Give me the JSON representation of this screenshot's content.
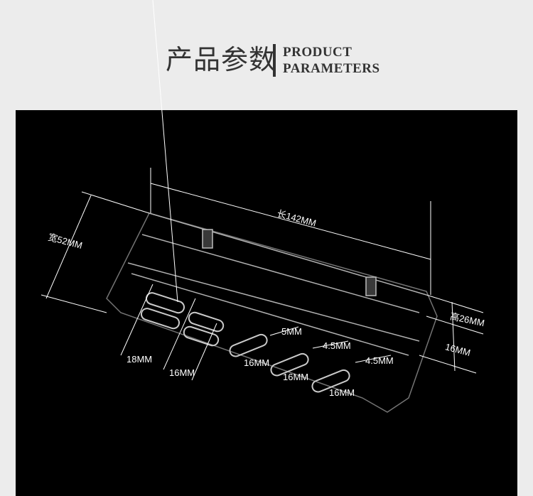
{
  "header": {
    "title_cn": "产品参数",
    "title_en_line1": "PRODUCT",
    "title_en_line2": "PARAMETERS"
  },
  "dimensions": {
    "length": "长142MM",
    "width": "宽52MM",
    "height": "高26MM",
    "side_16": "16MM",
    "slot_pair_1_width": "18MM",
    "slot_pair_2_width": "16MM",
    "slot_gap_1": "5MM",
    "slot_1_len": "16MM",
    "slot_gap_2": "4.5MM",
    "slot_2_len": "16MM",
    "slot_gap_3": "4.5MM",
    "slot_3_len": "16MM"
  },
  "colors": {
    "page_bg": "#ececec",
    "panel_bg": "#000000",
    "text": "#333333"
  }
}
